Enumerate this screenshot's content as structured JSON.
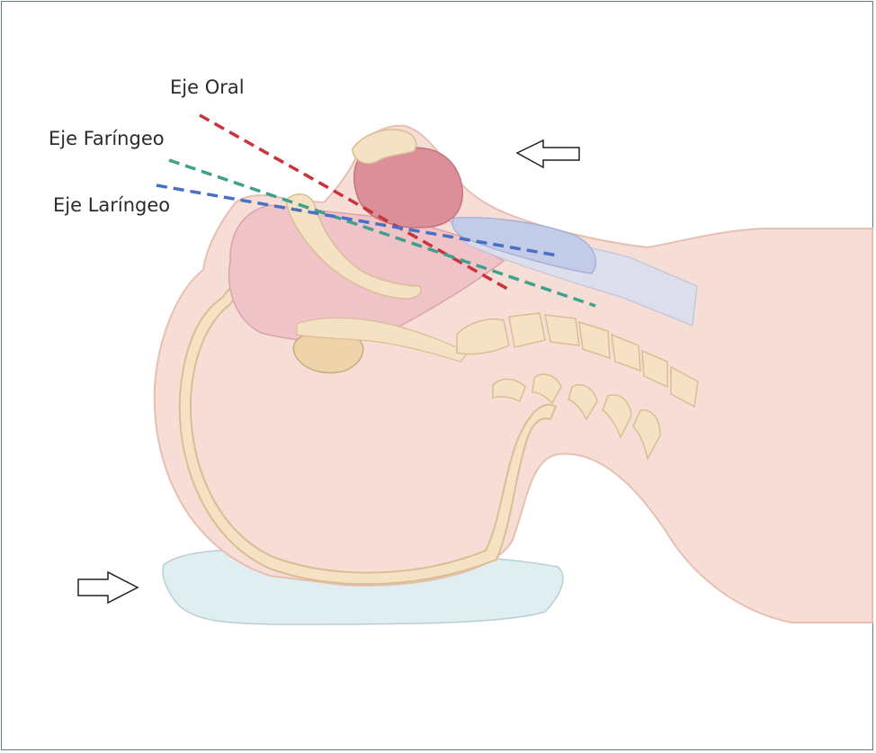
{
  "labels": {
    "oral": "Eje Oral",
    "pharyngeal": "Eje Faríngeo",
    "laryngeal": "Eje Laríngeo"
  },
  "colors": {
    "oral_axis": "#c8343a",
    "pharyngeal_axis": "#3fa08c",
    "laryngeal_axis": "#4a70c4",
    "skin": "#f6ded6",
    "skin_outline": "#e7bfb2",
    "bone": "#f5e2c4",
    "bone_outline": "#d9bd93",
    "pink_tissue": "#f0c3c8",
    "tongue": "#dc8e99",
    "pillow": "#e1eef1",
    "pillow_outline": "#b7cfd5"
  },
  "icons": [
    "arrow-left-icon",
    "arrow-right-icon"
  ]
}
